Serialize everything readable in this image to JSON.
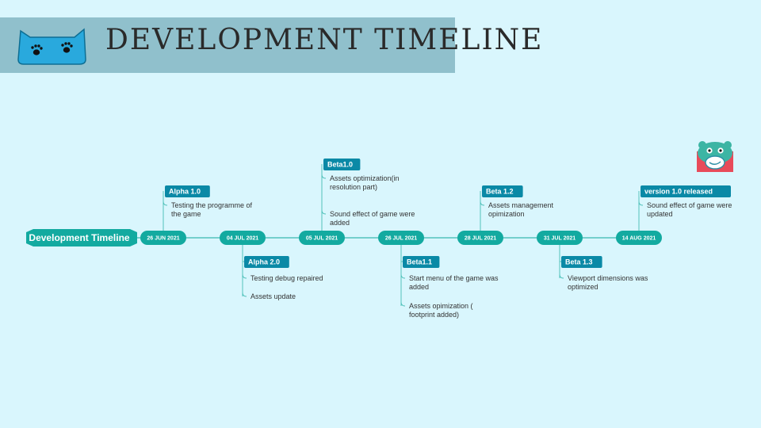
{
  "header": {
    "title": "DEVELOPMENT TIMELINE"
  },
  "timeline": {
    "root_label": "Development Timeline",
    "milestones": [
      {
        "date": "26 JUN 2021",
        "version": "Alpha 1.0",
        "side": "above",
        "notes": [
          [
            "Testing the programme of",
            "the game"
          ]
        ]
      },
      {
        "date": "04 JUL 2021",
        "version": "Alpha 2.0",
        "side": "below",
        "notes": [
          [
            "Testing debug repaired"
          ],
          [
            "Assets update"
          ]
        ]
      },
      {
        "date": "05 JUL 2021",
        "version": "Beta1.0",
        "side": "above",
        "notes": [
          [
            "Assets optimization(in",
            "resolution part)"
          ],
          [
            "Sound effect of game were",
            "added"
          ]
        ]
      },
      {
        "date": "26 JUL 2021",
        "version": "Beta1.1",
        "side": "below",
        "notes": [
          [
            "Start menu of the game was",
            "added"
          ],
          [
            "Assets opimization (",
            "footprint added)"
          ]
        ]
      },
      {
        "date": "28 JUL 2021",
        "version": "Beta 1.2",
        "side": "above",
        "notes": [
          [
            "Assets management",
            "opimization"
          ]
        ]
      },
      {
        "date": "31 JUL 2021",
        "version": "Beta 1.3",
        "side": "below",
        "notes": [
          [
            "Viewport dimensions was",
            "optimized"
          ]
        ]
      },
      {
        "date": "14 AUG 2021",
        "version": "version 1.0 released",
        "side": "above",
        "notes": [
          [
            "Sound effect of game were",
            "updated"
          ]
        ]
      }
    ]
  },
  "colors": {
    "accent": "#13aaa0",
    "version_box": "#0a89a6",
    "line": "#52c2bb",
    "background": "#d9f6fd",
    "header": "#90c0cc",
    "logo": "#29a9dd"
  },
  "icons": {
    "logo": "cat-paw-logo-icon",
    "mascot": "mascot-icon"
  }
}
